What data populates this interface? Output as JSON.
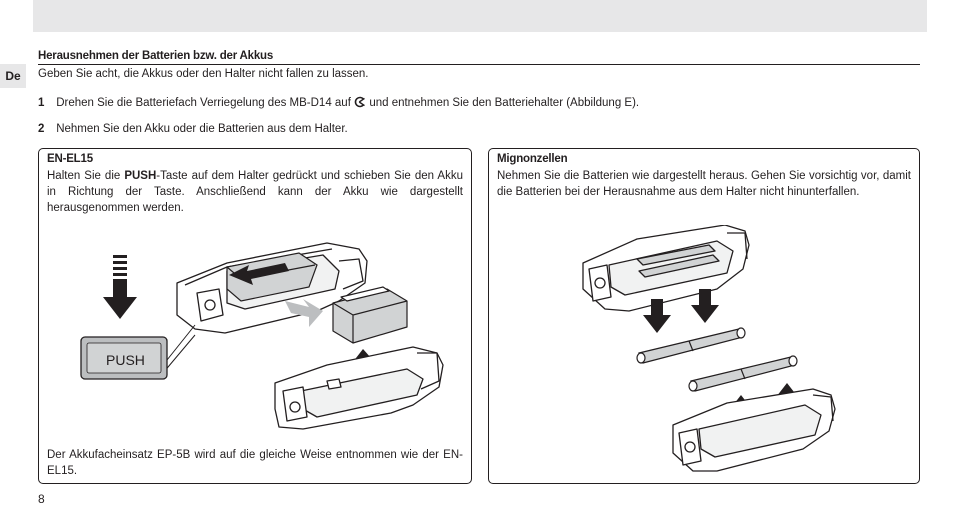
{
  "page": {
    "lang_tab": "De",
    "page_number": "8"
  },
  "section": {
    "title": "Herausnehmen der Batterien bzw. der Akkus",
    "caution": "Geben Sie acht, die Akkus oder den Halter nicht fallen zu lassen."
  },
  "steps": [
    {
      "number": "1",
      "text_before": "Drehen Sie die Batteriefach Verriegelung des MB-D14 auf",
      "text_after": "und entnehmen Sie den Batteriehalter (Abbildung E)."
    },
    {
      "number": "2",
      "text": "Nehmen Sie den Akku oder die Batterien aus dem Halter."
    }
  ],
  "en_el15_box": {
    "title": "EN-EL15",
    "text_before": "Halten Sie die ",
    "push_word": "PUSH",
    "text_after": "-Taste auf dem Halter gedrückt und schieben Sie den Akku in Richtung der Taste. Anschließend kann der Akku wie dargestellt herausgenommen werden.",
    "push_button_label": "PUSH",
    "note": "Der Akkufacheinsatz EP-5B wird auf die gleiche Weise entnommen wie der EN-EL15."
  },
  "mignon_box": {
    "title": "Mignonzellen",
    "text": "Nehmen Sie die Batterien wie dargestellt heraus. Gehen Sie vorsichtig vor, damit die Batterien bei der Herausnahme aus dem Halter nicht hinunterfallen."
  },
  "colors": {
    "header_bar": "#e7e7e8",
    "text": "#231f20",
    "push_button_fill": "#bcbec0",
    "arrow_gray": "#bcbec0"
  }
}
